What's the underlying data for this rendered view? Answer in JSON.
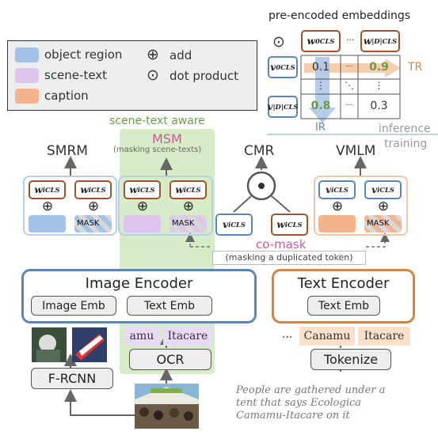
{
  "legend": {
    "items": [
      {
        "label": "object region",
        "color": "#a4c2e8"
      },
      {
        "label": "scene-text",
        "color": "#dcc4ee"
      },
      {
        "label": "caption",
        "color": "#f3b48d"
      }
    ],
    "ops": [
      {
        "symbol": "⊕",
        "label": "add"
      },
      {
        "symbol": "⊙",
        "label": "dot product"
      }
    ]
  },
  "inference": {
    "title": "pre-encoded embeddings",
    "tr_label": "TR",
    "ir_label": "IR",
    "inference_label": "inference",
    "training_label": "training",
    "matrix": {
      "r1": [
        "0.1",
        "···",
        "0.9"
      ],
      "r2": [
        "⋮",
        "⋱",
        "⋮"
      ],
      "r3": [
        "0.8",
        "···",
        "0.3"
      ]
    }
  },
  "green_region_label": "scene-text aware",
  "tasks": {
    "smrm": "SMRM",
    "msm": "MSM",
    "msm_sub": "(masking scene-texts)",
    "cmr": "CMR",
    "vmlm": "VMLM"
  },
  "mask_label": "MASK",
  "comask": {
    "title": "co-mask",
    "sub": "(masking a duplicated token)"
  },
  "image_encoder": {
    "title": "Image Encoder",
    "image_emb": "Image Emb",
    "text_emb": "Text Emb"
  },
  "text_encoder": {
    "title": "Text Encoder",
    "text_emb": "Text Emb"
  },
  "ocr": {
    "label": "OCR",
    "tokens": [
      "amu",
      "Itacare"
    ]
  },
  "tokenize": {
    "label": "Tokenize",
    "ellipsis": "...",
    "tokens": [
      "Canamu",
      "Itacare"
    ]
  },
  "frcnn": "F-RCNN",
  "caption_text": "People are gathered under a tent that says Ecologica Camamu-Itacare on it",
  "colors": {
    "blue": "#5a86c0",
    "orange": "#d9823f",
    "green_bg": "#d6ecc6",
    "green_text": "#6a9a4a",
    "pink": "#c85a9a"
  }
}
